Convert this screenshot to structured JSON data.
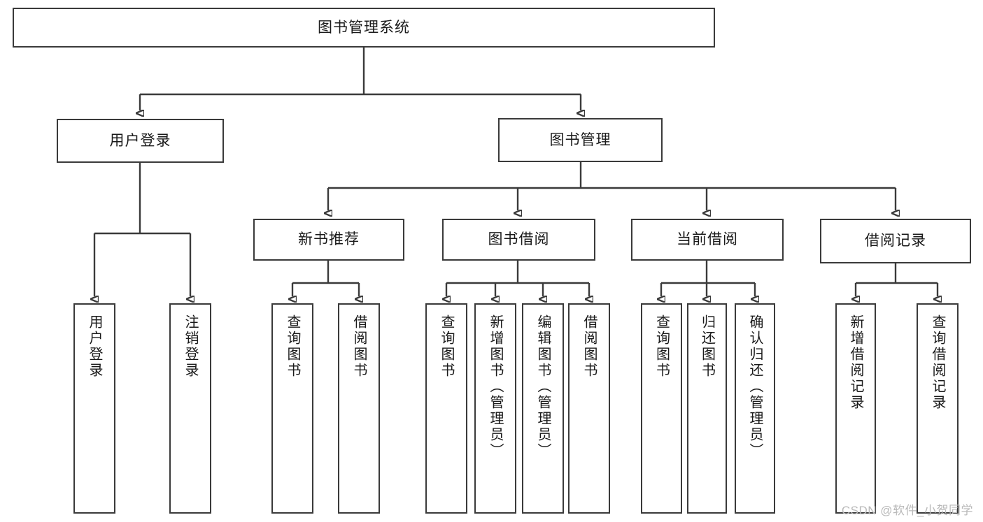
{
  "diagram": {
    "title_node": {
      "label": "图书管理系统"
    },
    "level2": [
      {
        "key": "user-login",
        "label": "用户登录"
      },
      {
        "key": "book-manage",
        "label": "图书管理"
      }
    ],
    "level3": [
      {
        "key": "new-book-recommend",
        "label": "新书推荐"
      },
      {
        "key": "book-borrow",
        "label": "图书借阅"
      },
      {
        "key": "current-borrow",
        "label": "当前借阅"
      },
      {
        "key": "borrow-record",
        "label": "借阅记录"
      }
    ],
    "leaves": {
      "user_login": [
        {
          "key": "user-login-leaf",
          "label": "用户登录"
        },
        {
          "key": "logout-leaf",
          "label": "注销登录"
        }
      ],
      "new_book_recommend": [
        {
          "key": "query-book-1",
          "label": "查询图书"
        },
        {
          "key": "borrow-book-1",
          "label": "借阅图书"
        }
      ],
      "book_borrow": [
        {
          "key": "query-book-2",
          "label": "查询图书"
        },
        {
          "key": "add-book-admin",
          "label": "新增图书（管理员）"
        },
        {
          "key": "edit-book-admin",
          "label": "编辑图书（管理员）"
        },
        {
          "key": "borrow-book-2",
          "label": "借阅图书"
        }
      ],
      "current_borrow": [
        {
          "key": "query-book-3",
          "label": "查询图书"
        },
        {
          "key": "return-book",
          "label": "归还图书"
        },
        {
          "key": "confirm-return-admin",
          "label": "确认归还（管理员）"
        }
      ],
      "borrow_record": [
        {
          "key": "add-borrow-record",
          "label": "新增借阅记录"
        },
        {
          "key": "query-borrow-record",
          "label": "查询借阅记录"
        }
      ]
    }
  },
  "watermark": {
    "text": "CSDN @软件_小贺同学"
  },
  "colors": {
    "stroke": "#3a3a3a",
    "background": "#ffffff",
    "text": "#1a1a1a",
    "watermark": "#b9b9b9"
  }
}
